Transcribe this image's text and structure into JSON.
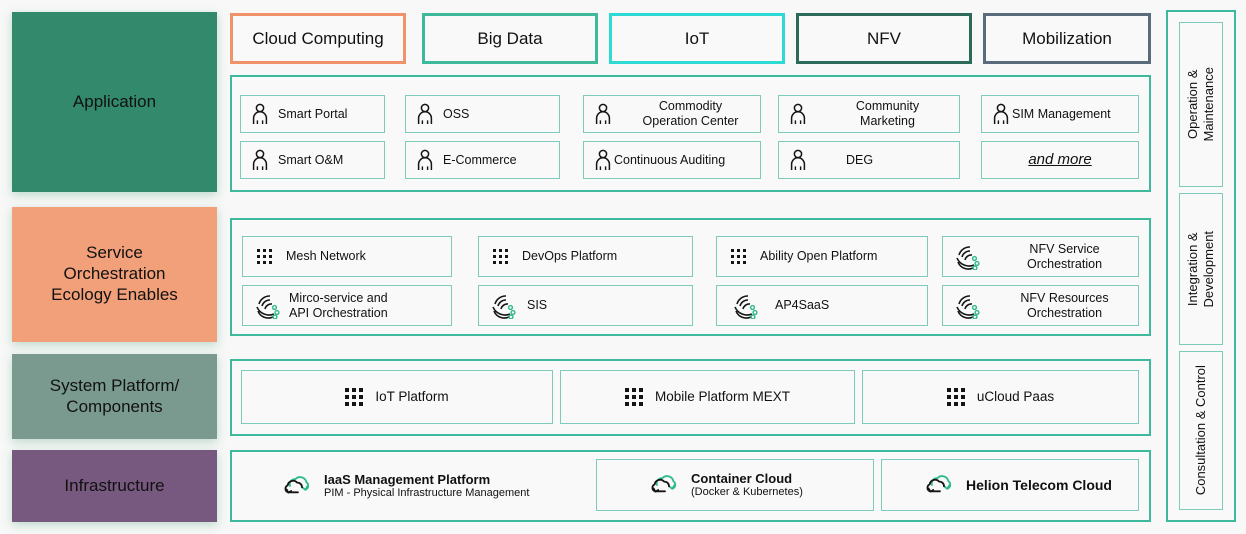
{
  "theme": {
    "accent_teal": "#3fb99c",
    "cell_border": "#7ecbbb",
    "bg": "#f7f8f7",
    "panel_bg": "#f8f9f8"
  },
  "layers": [
    {
      "name": "application",
      "label": "Application",
      "color": "#33896b"
    },
    {
      "name": "service",
      "label": "Service\nOrchestration\nEcology Enables",
      "color": "#f2a07a"
    },
    {
      "name": "system",
      "label": "System Platform/\nComponents",
      "color": "#7a9a90"
    },
    {
      "name": "infrastructure",
      "label": "Infrastructure",
      "color": "#77597f"
    }
  ],
  "tabs": [
    {
      "label": "Cloud Computing",
      "color": "#f0936b"
    },
    {
      "label": "Big Data",
      "color": "#3fb99c"
    },
    {
      "label": "IoT",
      "color": "#2fd9d4"
    },
    {
      "label": "NFV",
      "color": "#2c6b5a"
    },
    {
      "label": "Mobilization",
      "color": "#5a6b7c"
    }
  ],
  "application_items": [
    {
      "label": "Smart Portal",
      "icon": "person-icon",
      "align": "lead",
      "lines": 1
    },
    {
      "label": "OSS",
      "icon": "person-icon",
      "align": "lead",
      "lines": 1
    },
    {
      "label": "Commodity\nOperation Center",
      "icon": "person-icon",
      "align": "center",
      "lines": 2
    },
    {
      "label": "Community\nMarketing",
      "icon": "person-icon",
      "align": "center",
      "lines": 2
    },
    {
      "label": "SIM Management",
      "icon": "person-icon",
      "align": "tight",
      "lines": 1
    },
    {
      "label": "Smart O&M",
      "icon": "person-icon",
      "align": "lead",
      "lines": 1
    },
    {
      "label": "E-Commerce",
      "icon": "person-icon",
      "align": "lead",
      "lines": 1
    },
    {
      "label": "Continuous Auditing",
      "icon": "person-icon",
      "align": "tight",
      "lines": 1
    },
    {
      "label": "DEG",
      "icon": "person-icon",
      "align": "lead",
      "lines": 1
    },
    {
      "label": "and more",
      "icon": "none",
      "align": "more",
      "lines": 1
    }
  ],
  "service_items": [
    {
      "label": "Mesh Network",
      "icon": "dots-grid-icon",
      "lines": 1
    },
    {
      "label": "DevOps Platform",
      "icon": "dots-grid-icon",
      "lines": 1
    },
    {
      "label": "Ability Open Platform",
      "icon": "dots-grid-icon",
      "lines": 1
    },
    {
      "label": "NFV Service\nOrchestration",
      "icon": "orchestration-icon",
      "lines": 2
    },
    {
      "label": "Mirco-service and\nAPI Orchestration",
      "icon": "orchestration-icon",
      "lines": 2
    },
    {
      "label": "SIS",
      "icon": "orchestration-icon",
      "lines": 1
    },
    {
      "label": "AP4SaaS",
      "icon": "orchestration-icon",
      "lines": 1
    },
    {
      "label": "NFV Resources\nOrchestration",
      "icon": "orchestration-icon",
      "lines": 2
    }
  ],
  "system_items": [
    {
      "label": "IoT Platform",
      "icon": "dots-grid-icon"
    },
    {
      "label": "Mobile Platform MEXT",
      "icon": "dots-grid-icon"
    },
    {
      "label": "uCloud Paas",
      "icon": "dots-grid-icon"
    }
  ],
  "infrastructure_items": [
    {
      "title": "IaaS Management Platform",
      "subtitle": "PIM - Physical Infrastructure Management",
      "icon": "cloud-icon"
    },
    {
      "title": "Container Cloud",
      "subtitle": "(Docker & Kubernetes)",
      "icon": "cloud-icon"
    },
    {
      "title": "Helion Telecom Cloud",
      "subtitle": "",
      "icon": "cloud-icon"
    }
  ],
  "sidebar": [
    {
      "label": "Operation &\nMaintenance"
    },
    {
      "label": "Integration &\nDevelopment"
    },
    {
      "label": "Consultation & Control"
    }
  ]
}
